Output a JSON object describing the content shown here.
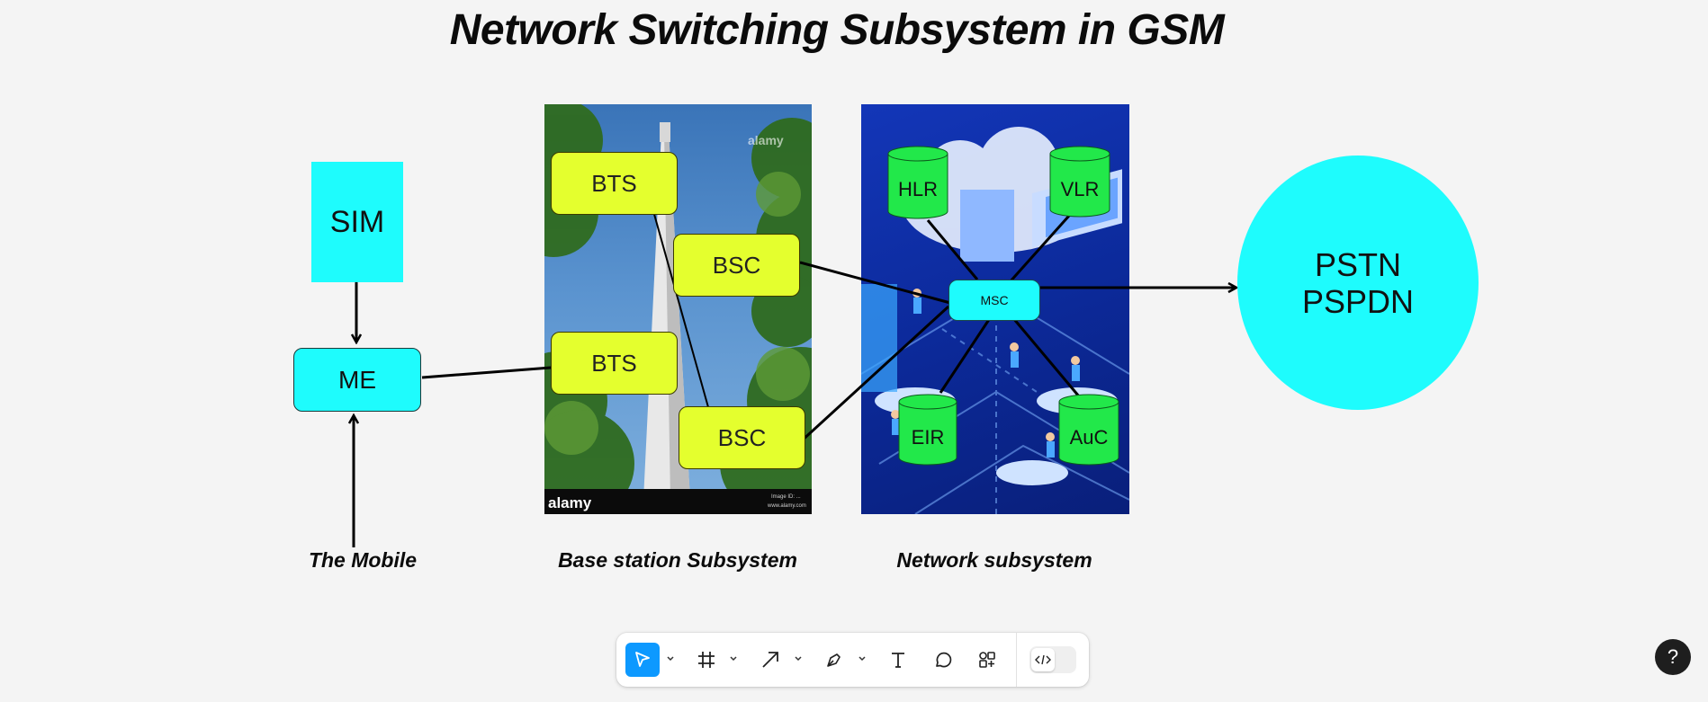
{
  "title": "Network Switching Subsystem in GSM",
  "captions": {
    "mobile": "The Mobile",
    "bss": "Base station Subsystem",
    "nss": "Network subsystem"
  },
  "mobile": {
    "sim": "SIM",
    "me": "ME"
  },
  "bss": {
    "bts_top": "BTS",
    "bsc_top": "BSC",
    "bts_bottom": "BTS",
    "bsc_bottom": "BSC",
    "watermark": "alamy",
    "footer_brand": "alamy",
    "footer_url": "www.alamy.com",
    "footer_id": "Image ID: ..."
  },
  "nss": {
    "hlr": "HLR",
    "vlr": "VLR",
    "msc": "MSC",
    "eir": "EIR",
    "auc": "AuC"
  },
  "pstn": {
    "line1": "PSTN",
    "line2": "PSPDN"
  },
  "toolbar": {
    "tools": [
      "move-tool",
      "frame-tool",
      "arrow-tool",
      "pen-tool",
      "text-tool",
      "comment-tool",
      "actions-tool",
      "dev-mode-toggle"
    ],
    "active": "move-tool",
    "accent": "#0d99ff"
  },
  "help_label": "?",
  "colors": {
    "cyan": "#1efcfd",
    "yellow": "#e4ff2e",
    "green": "#22e84a",
    "canvas": "#f4f4f4"
  }
}
